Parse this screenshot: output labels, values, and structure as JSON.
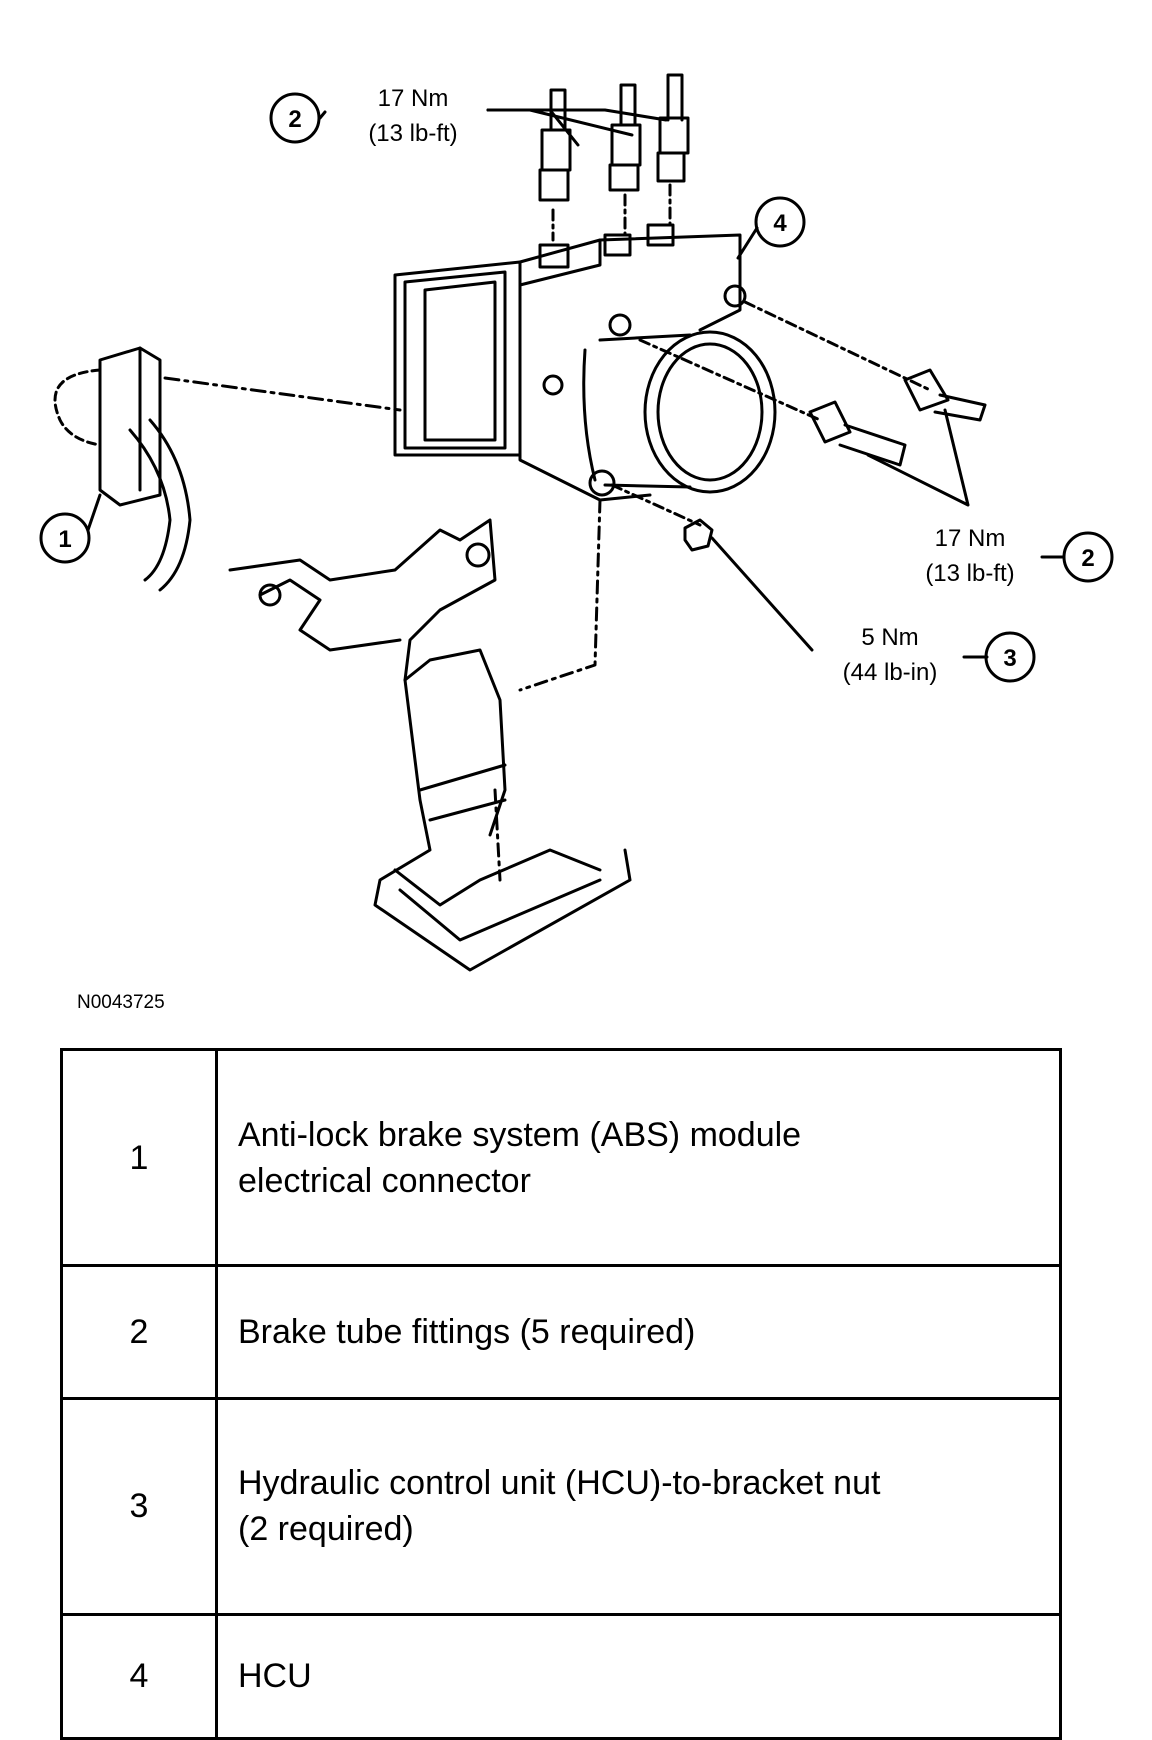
{
  "callouts": {
    "c1": "1",
    "c2_top": "2",
    "c2_right": "2",
    "c3": "3",
    "c4": "4"
  },
  "torque_labels": {
    "top_nm": "17 Nm",
    "top_lbft": "(13 lb-ft)",
    "right_nm": "17 Nm",
    "right_lbft": "(13 lb-ft)",
    "nut_nm": "5 Nm",
    "nut_lbin": "(44 lb-in)"
  },
  "figure_id": "N0043725",
  "legend": {
    "rows": [
      {
        "num": "1",
        "desc_line1": "Anti-lock brake system (ABS) module",
        "desc_line2": "electrical connector"
      },
      {
        "num": "2",
        "desc_line1": "Brake tube fittings (5 required)",
        "desc_line2": ""
      },
      {
        "num": "3",
        "desc_line1": "Hydraulic control unit (HCU)-to-bracket nut",
        "desc_line2": "(2 required)"
      },
      {
        "num": "4",
        "desc_line1": "HCU",
        "desc_line2": ""
      }
    ]
  }
}
